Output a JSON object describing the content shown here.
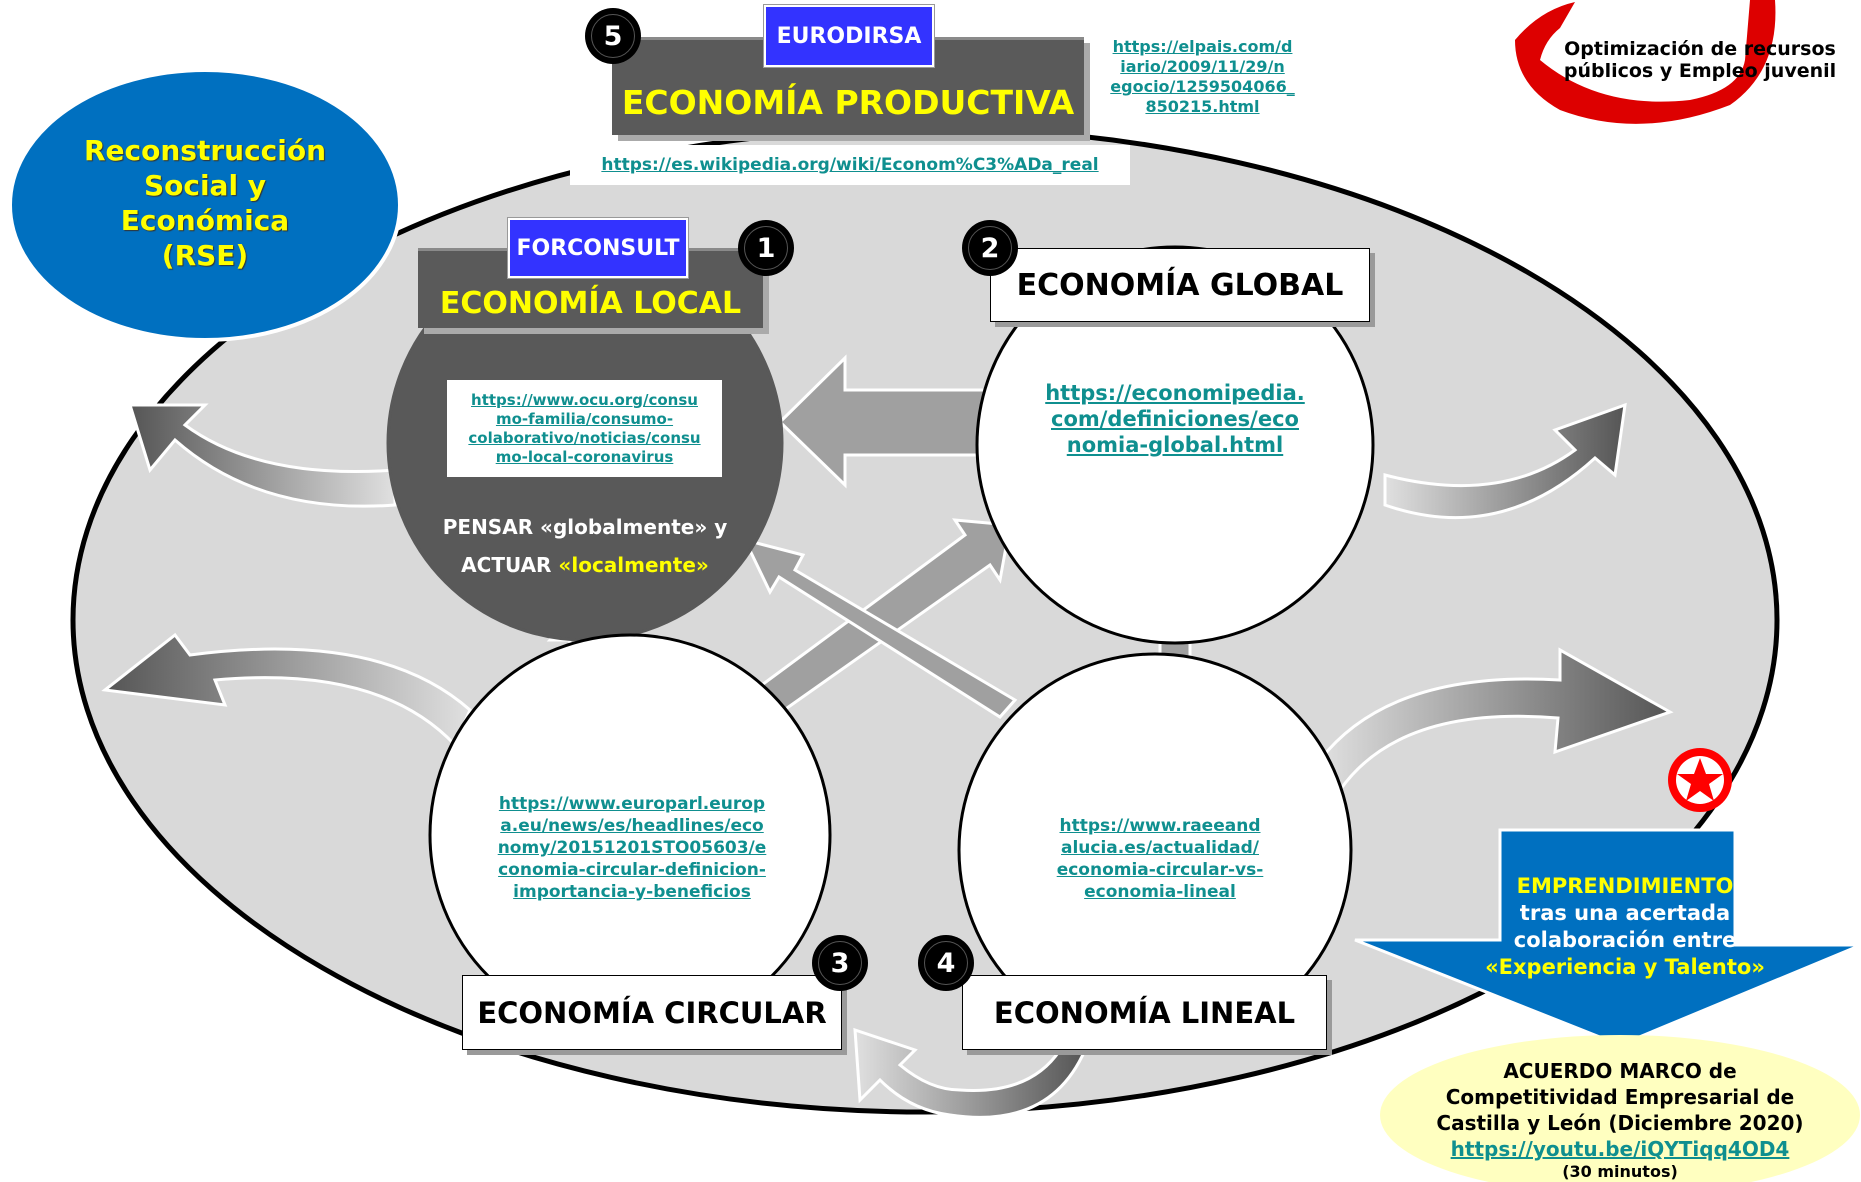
{
  "colors": {
    "ellipse_fill": "#d9d9d9",
    "dark_gray": "#5a5a5a",
    "arrow_gray": "#a0a0a0",
    "arrow_dark": "#666666",
    "tag_blue": "#3333ff",
    "title_yellow": "#ffff00",
    "link_teal": "#0f8f8f",
    "rse_blue": "#0070c0",
    "emprendimiento_blue": "#0070c0",
    "acuerdo_yellow": "#ffffc0",
    "logo_red": "#dd0000"
  },
  "productiva": {
    "tag": "EURODIRSA",
    "title": "ECONOMÍA PRODUCTIVA",
    "number": "5",
    "link_elpais_lines": [
      "https://elpais.com/d",
      "iario/2009/11/29/n",
      "egocio/1259504066_",
      "850215.html"
    ],
    "link_wikipedia": "https://es.wikipedia.org/wiki/Econom%C3%ADa_real"
  },
  "logo": {
    "lines": [
      "Optimización de recursos",
      "públicos y Empleo juvenil"
    ]
  },
  "rse": {
    "lines": [
      "Reconstrucción",
      "Social y",
      "Económica",
      "(RSE)"
    ]
  },
  "local": {
    "tag": "FORCONSULT",
    "title": "ECONOMÍA LOCAL",
    "number": "1",
    "link_lines": [
      "https://www.ocu.org/consu",
      "mo-familia/consumo-",
      "colaborativo/noticias/consu",
      "mo-local-coronavirus"
    ],
    "motto_line1": "PENSAR «globalmente»  y",
    "motto_prefix": "ACTUAR ",
    "motto_highlight": "«localmente»"
  },
  "global": {
    "title": "ECONOMÍA GLOBAL",
    "number": "2",
    "link_lines": [
      "https://economipedia.",
      "com/definiciones/eco",
      "nomia-global.html"
    ]
  },
  "circular": {
    "title": "ECONOMÍA CIRCULAR",
    "number": "3",
    "link_lines": [
      "https://www.europarl.europ",
      "a.eu/news/es/headlines/eco",
      "nomy/20151201STO05603/e",
      "conomia-circular-definicion-",
      "importancia-y-beneficios"
    ]
  },
  "lineal": {
    "title": "ECONOMÍA LINEAL",
    "number": "4",
    "link_lines": [
      "https://www.raeeand",
      "alucia.es/actualidad/",
      "economia-circular-vs-",
      "economia-lineal"
    ]
  },
  "emprendimiento": {
    "line1": "EMPRENDIMIENTO",
    "line2": "tras una acertada",
    "line3": "colaboración entre",
    "line4": "«Experiencia y Talento»"
  },
  "acuerdo": {
    "lines": [
      "ACUERDO MARCO de",
      "Competitividad Empresarial de",
      "Castilla y León (Diciembre 2020)"
    ],
    "link": "https://youtu.be/iQYTiqq4OD4",
    "duration": "(30 minutos)"
  }
}
